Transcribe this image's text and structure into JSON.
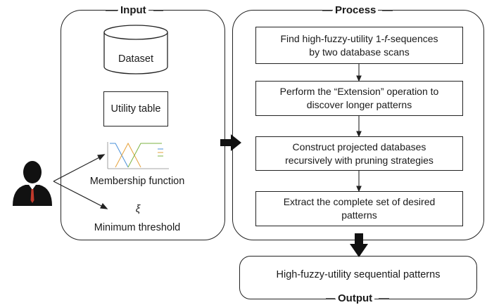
{
  "input": {
    "title": "Input",
    "dataset": "Dataset",
    "utility_table": "Utility table",
    "membership_function": "Membership function",
    "xi_symbol": "ξ",
    "minimum_threshold": "Minimum threshold"
  },
  "process": {
    "title": "Process",
    "steps": [
      {
        "line1": "Find high-fuzzy-utility 1-",
        "var": "f",
        "line1b": "-sequences",
        "line2": "by two database scans"
      },
      {
        "line1": "Perform the “Extension” operation to",
        "line2": "discover longer patterns"
      },
      {
        "line1": "Construct projected databases",
        "line2": "recursively with pruning strategies"
      },
      {
        "line1": "Extract the complete set of desired",
        "line2": "patterns"
      }
    ]
  },
  "output": {
    "title": "Output",
    "result": "High-fuzzy-utility sequential patterns"
  },
  "colors": {
    "line": "#222222",
    "person": "#111111",
    "tie": "#c0392b"
  }
}
